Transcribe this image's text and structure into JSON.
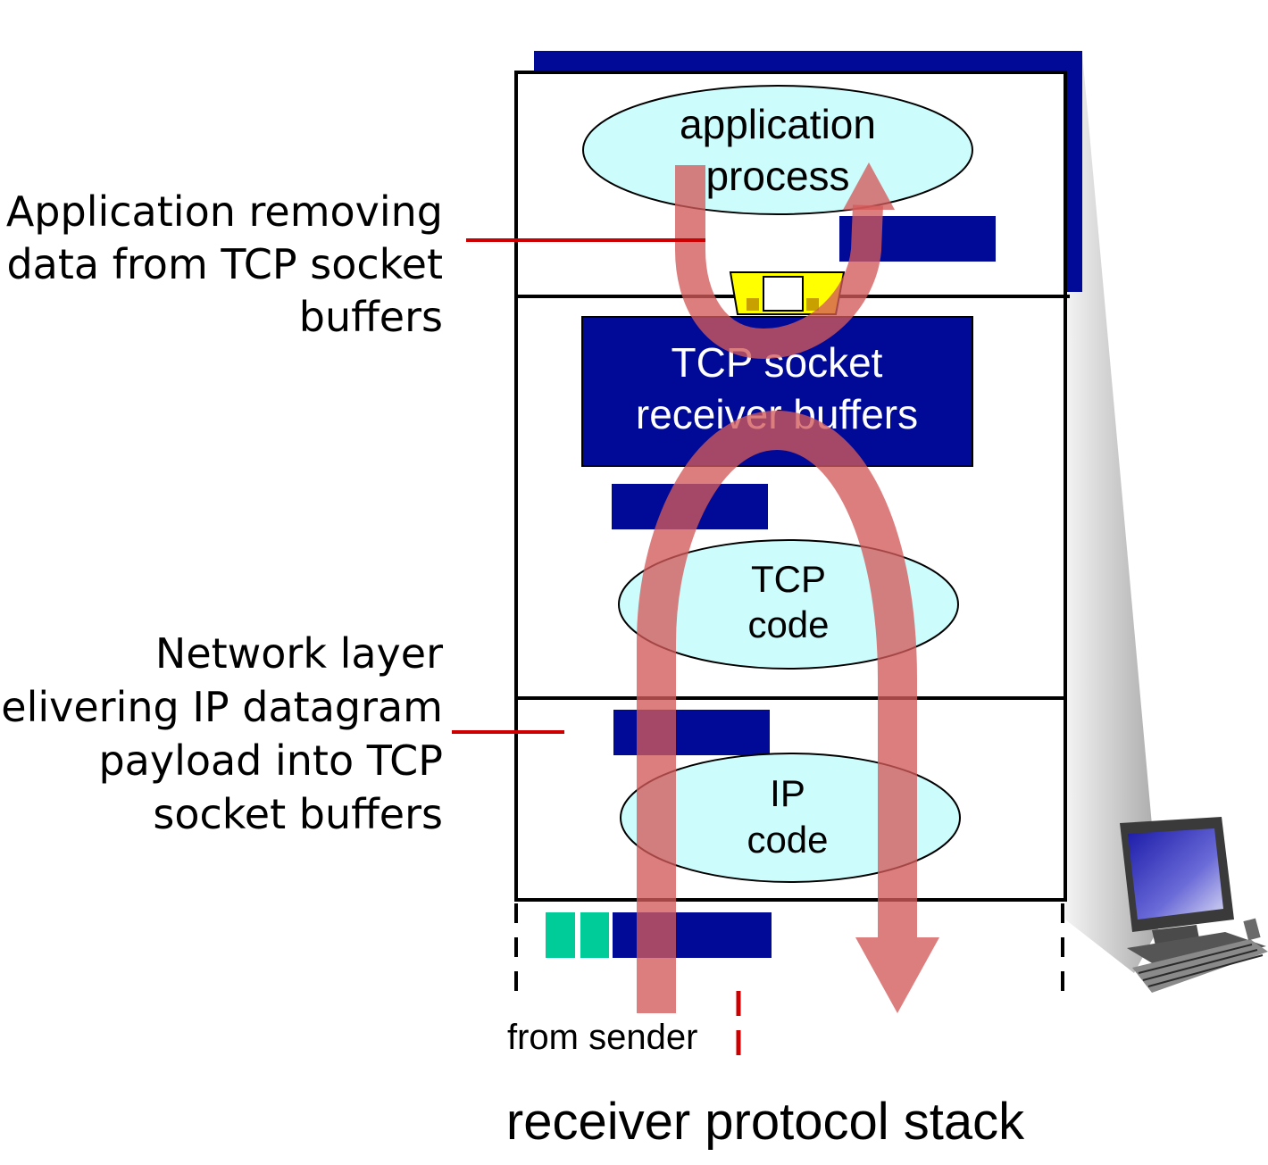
{
  "annotations": {
    "app_removing": [
      "Application removing",
      "data from TCP socket",
      "buffers"
    ],
    "network_layer": [
      "Network layer",
      "delivering IP datagram",
      "payload into TCP",
      "socket buffers"
    ]
  },
  "stack": {
    "application": [
      "application",
      "process"
    ],
    "tcp_buffers": [
      "TCP socket",
      "receiver buffers"
    ],
    "tcp_code": [
      "TCP",
      "code"
    ],
    "ip_code": [
      "IP",
      "code"
    ],
    "from_sender": "from sender"
  },
  "caption": "receiver protocol stack",
  "colors": {
    "navy": "#000a96",
    "ellipse_fill": "#ccfcfc",
    "arrow": "#d45a5a",
    "socket": "#ffff00",
    "header": "#00cc99",
    "leader": "#cc0000"
  },
  "icons": [
    "desktop-computer-icon",
    "socket-icon"
  ]
}
